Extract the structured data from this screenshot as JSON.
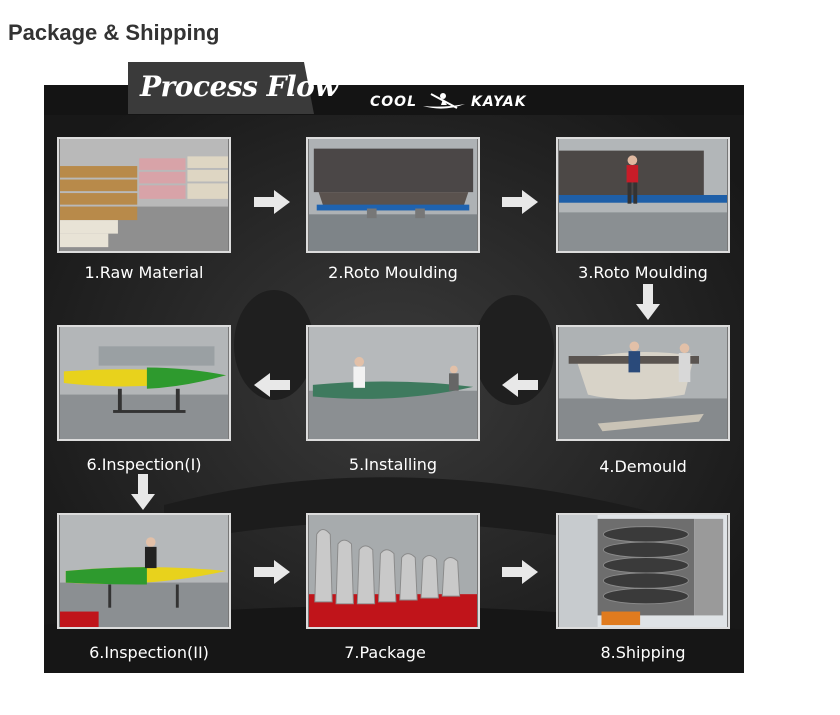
{
  "heading": "Package & Shipping",
  "banner": {
    "title": "Process Flow",
    "logo_left": "COOL",
    "logo_right": "KAYAK"
  },
  "steps": [
    {
      "label": "1.Raw Material",
      "icon": "raw-material-photo"
    },
    {
      "label": "2.Roto Moulding",
      "icon": "roto-moulding-photo"
    },
    {
      "label": "3.Roto Moulding",
      "icon": "roto-moulding-worker-photo"
    },
    {
      "label": "4.Demould",
      "icon": "demould-photo"
    },
    {
      "label": "5.Installing",
      "icon": "installing-photo"
    },
    {
      "label": "6.Inspection(I)",
      "icon": "inspection-photo"
    },
    {
      "label": "6.Inspection(II)",
      "icon": "inspection-photo"
    },
    {
      "label": "7.Package",
      "icon": "package-photo"
    },
    {
      "label": "8.Shipping",
      "icon": "shipping-container-photo"
    }
  ],
  "colors": {
    "panel": "#2b2b2b",
    "accent_yellow": "#e8d21c",
    "accent_green": "#2e9a2e",
    "floor_red": "#c0141a"
  }
}
